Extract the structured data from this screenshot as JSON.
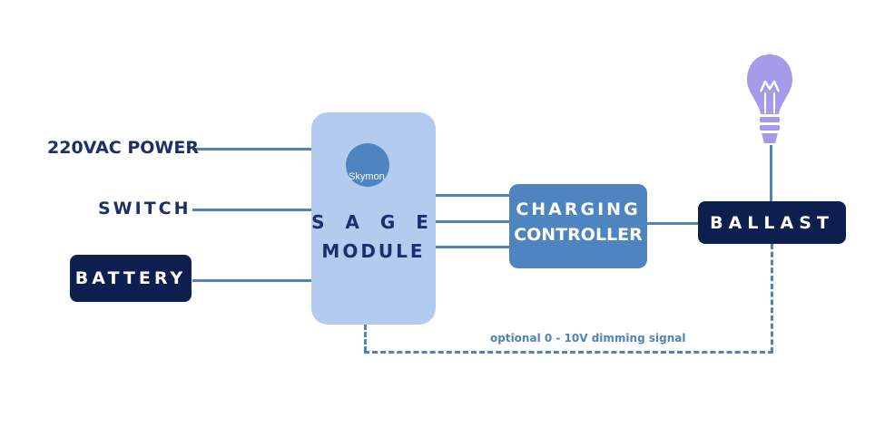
{
  "inputs": {
    "power_label": "220VAC POWER",
    "switch_label": "SWITCH",
    "battery_label": "BATTERY"
  },
  "sage_module": {
    "logo_text": "Skymon",
    "title_line1": "S A G E",
    "title_line2": "MODULE"
  },
  "charging_controller": {
    "line1": "CHARGING",
    "line2": "CONTROLLER"
  },
  "ballast": {
    "label": "BALLAST"
  },
  "dimming_signal": {
    "label": "optional 0 - 10V dimming signal"
  },
  "icons": {
    "lamp": "light-bulb-icon"
  },
  "colors": {
    "navy": "#0c1f4f",
    "dark_text": "#1b2f6b",
    "wire": "#4f84b5",
    "module_fill": "#b4cbf0",
    "controller_fill": "#4e84bf",
    "bulb": "#a69be8"
  }
}
